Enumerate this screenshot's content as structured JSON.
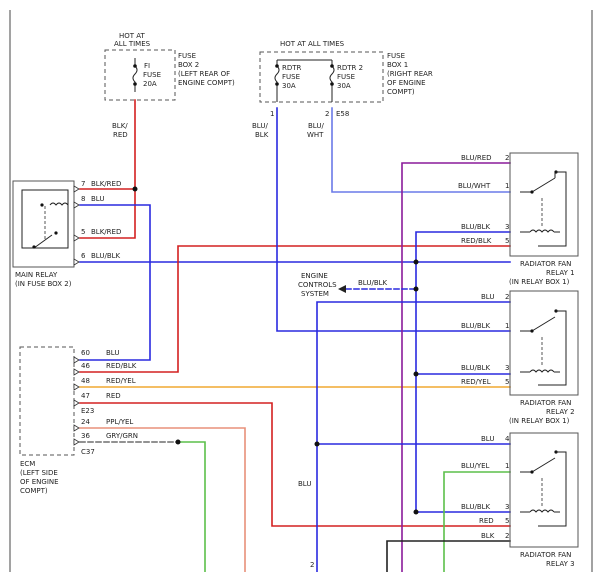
{
  "colors": {
    "red": "#d32020",
    "blue": "#2a2adf",
    "purple": "#8a1a9a",
    "light_blue": "#6a7ae8",
    "orange": "#f0a830",
    "salmon": "#e8907a",
    "green": "#5cbf4a",
    "dark_gray": "#6e6e6e",
    "black": "#222222"
  },
  "fuse_box_2": {
    "hot": [
      "HOT AT",
      "ALL TIMES"
    ],
    "fuse": [
      "FI",
      "FUSE",
      "20A"
    ],
    "label": [
      "FUSE",
      "BOX 2",
      "(LEFT REAR OF",
      "ENGINE COMPT)"
    ],
    "wire": [
      "BLK/",
      "RED"
    ]
  },
  "fuse_box_1": {
    "hot": "HOT AT ALL TIMES",
    "fuse_a": [
      "RDTR",
      "FUSE",
      "30A"
    ],
    "fuse_b": [
      "RDTR 2",
      "FUSE",
      "30A"
    ],
    "label": [
      "FUSE",
      "BOX 1",
      "(RIGHT REAR",
      "OF ENGINE",
      "COMPT)"
    ],
    "pin_a": "1",
    "pin_b": "2",
    "conn": "E58",
    "wire_a": [
      "BLU/",
      "BLK"
    ],
    "wire_b": [
      "BLU/",
      "WHT"
    ]
  },
  "main_relay": {
    "pins": [
      "7",
      "8",
      "5",
      "6"
    ],
    "wires": [
      "BLK/RED",
      "BLU",
      "BLK/RED",
      "BLU/BLK"
    ],
    "label": [
      "MAIN RELAY",
      "(IN FUSE BOX 2)"
    ]
  },
  "ecm": {
    "pins": [
      "60",
      "46",
      "48",
      "47",
      "24",
      "36"
    ],
    "wires": [
      "BLU",
      "RED/BLK",
      "RED/YEL",
      "RED",
      "PPL/YEL",
      "GRY/GRN"
    ],
    "conn_a": "E23",
    "conn_b": "C37",
    "label": [
      "ECM",
      "(LEFT SIDE",
      "OF ENGINE",
      "COMPT)"
    ]
  },
  "ecs": {
    "label": [
      "ENGINE",
      "CONTROLS",
      "SYSTEM"
    ],
    "wire": "BLU/BLK"
  },
  "center_wire": "BLU",
  "bottom_pin": "2",
  "relay_1": {
    "rows": [
      {
        "wire": "BLU/RED",
        "pin": "2"
      },
      {
        "wire": "BLU/WHT",
        "pin": "1"
      },
      {
        "wire": "BLU/BLK",
        "pin": "3"
      },
      {
        "wire": "RED/BLK",
        "pin": "5"
      }
    ],
    "label": [
      "RADIATOR FAN",
      "RELAY 1",
      "(IN RELAY BOX 1)"
    ]
  },
  "relay_2": {
    "rows": [
      {
        "wire": "BLU",
        "pin": "2"
      },
      {
        "wire": "BLU/BLK",
        "pin": "1"
      },
      {
        "wire": "BLU/BLK",
        "pin": "3"
      },
      {
        "wire": "RED/YEL",
        "pin": "5"
      }
    ],
    "label": [
      "RADIATOR FAN",
      "RELAY 2",
      "(IN RELAY BOX 1)"
    ]
  },
  "relay_3": {
    "rows": [
      {
        "wire": "BLU",
        "pin": "4"
      },
      {
        "wire": "BLU/YEL",
        "pin": "1"
      },
      {
        "wire": "BLU/BLK",
        "pin": "3"
      },
      {
        "wire": "RED",
        "pin": "5"
      },
      {
        "wire": "BLK",
        "pin": "2"
      }
    ],
    "label": [
      "RADIATOR FAN",
      "RELAY 3"
    ]
  }
}
